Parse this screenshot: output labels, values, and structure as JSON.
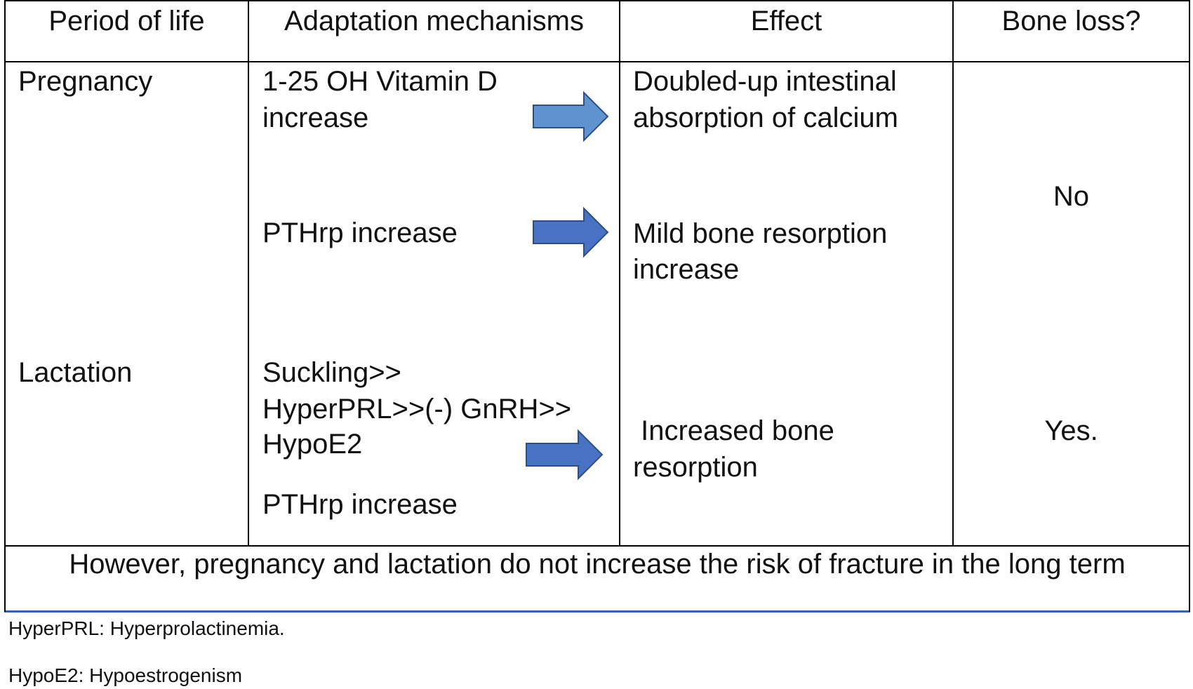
{
  "table": {
    "headers": {
      "period": "Period of life",
      "mechanisms": "Adaptation mechanisms",
      "effect": "Effect",
      "bone_loss": "Bone loss?"
    },
    "rows": [
      {
        "period": "Pregnancy",
        "mechanisms": [
          {
            "lines": [
              "1-25 OH Vitamin D",
              "increase"
            ],
            "effect_lines": [
              "Doubled-up intestinal",
              "absorption of calcium"
            ]
          },
          {
            "lines": [
              "PTHrp increase"
            ],
            "effect_lines": [
              "Mild bone resorption",
              "increase"
            ]
          }
        ],
        "bone_loss": "No"
      },
      {
        "period": "Lactation",
        "mechanisms": [
          {
            "lines": [
              "Suckling>>",
              "HyperPRL>>(-) GnRH>>",
              "HypoE2"
            ]
          },
          {
            "lines": [
              "PTHrp increase"
            ]
          }
        ],
        "effect_lines": [
          " Increased bone",
          "resorption"
        ],
        "bone_loss": "Yes."
      }
    ],
    "footer": "However, pregnancy and lactation do not increase the risk of fracture in the long term"
  },
  "notes": [
    "HyperPRL: Hyperprolactinemia.",
    "HypoE2: Hypoestrogenism"
  ],
  "colors": {
    "border": "#000000",
    "bottom_rule": "#2e63b8",
    "arrow_light_fill": "#5f93cf",
    "arrow_dark_fill": "#4a72c4",
    "arrow_stroke": "#2c4f8c"
  },
  "icons": {
    "arrow": "right-arrow-icon"
  }
}
